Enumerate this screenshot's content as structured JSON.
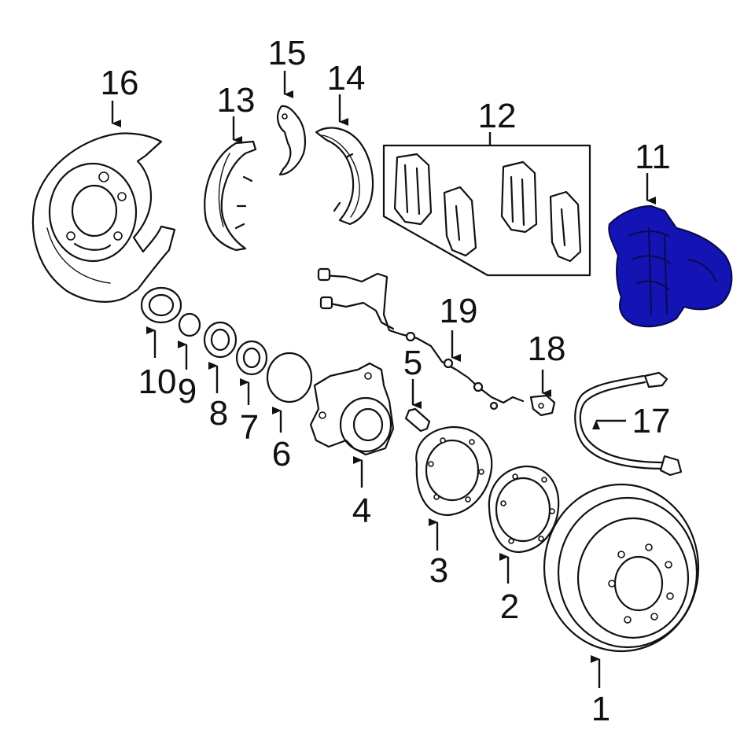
{
  "diagram": {
    "highlight_color": "#1414b4",
    "callouts": [
      {
        "id": "c1",
        "label": "1"
      },
      {
        "id": "c2",
        "label": "2"
      },
      {
        "id": "c3",
        "label": "3"
      },
      {
        "id": "c4",
        "label": "4"
      },
      {
        "id": "c5",
        "label": "5"
      },
      {
        "id": "c6",
        "label": "6"
      },
      {
        "id": "c7",
        "label": "7"
      },
      {
        "id": "c8",
        "label": "8"
      },
      {
        "id": "c9",
        "label": "9"
      },
      {
        "id": "c10",
        "label": "10"
      },
      {
        "id": "c11",
        "label": "11"
      },
      {
        "id": "c12",
        "label": "12"
      },
      {
        "id": "c13",
        "label": "13"
      },
      {
        "id": "c14",
        "label": "14"
      },
      {
        "id": "c15",
        "label": "15"
      },
      {
        "id": "c16",
        "label": "16"
      },
      {
        "id": "c17",
        "label": "17"
      },
      {
        "id": "c18",
        "label": "18"
      },
      {
        "id": "c19",
        "label": "19"
      }
    ]
  }
}
